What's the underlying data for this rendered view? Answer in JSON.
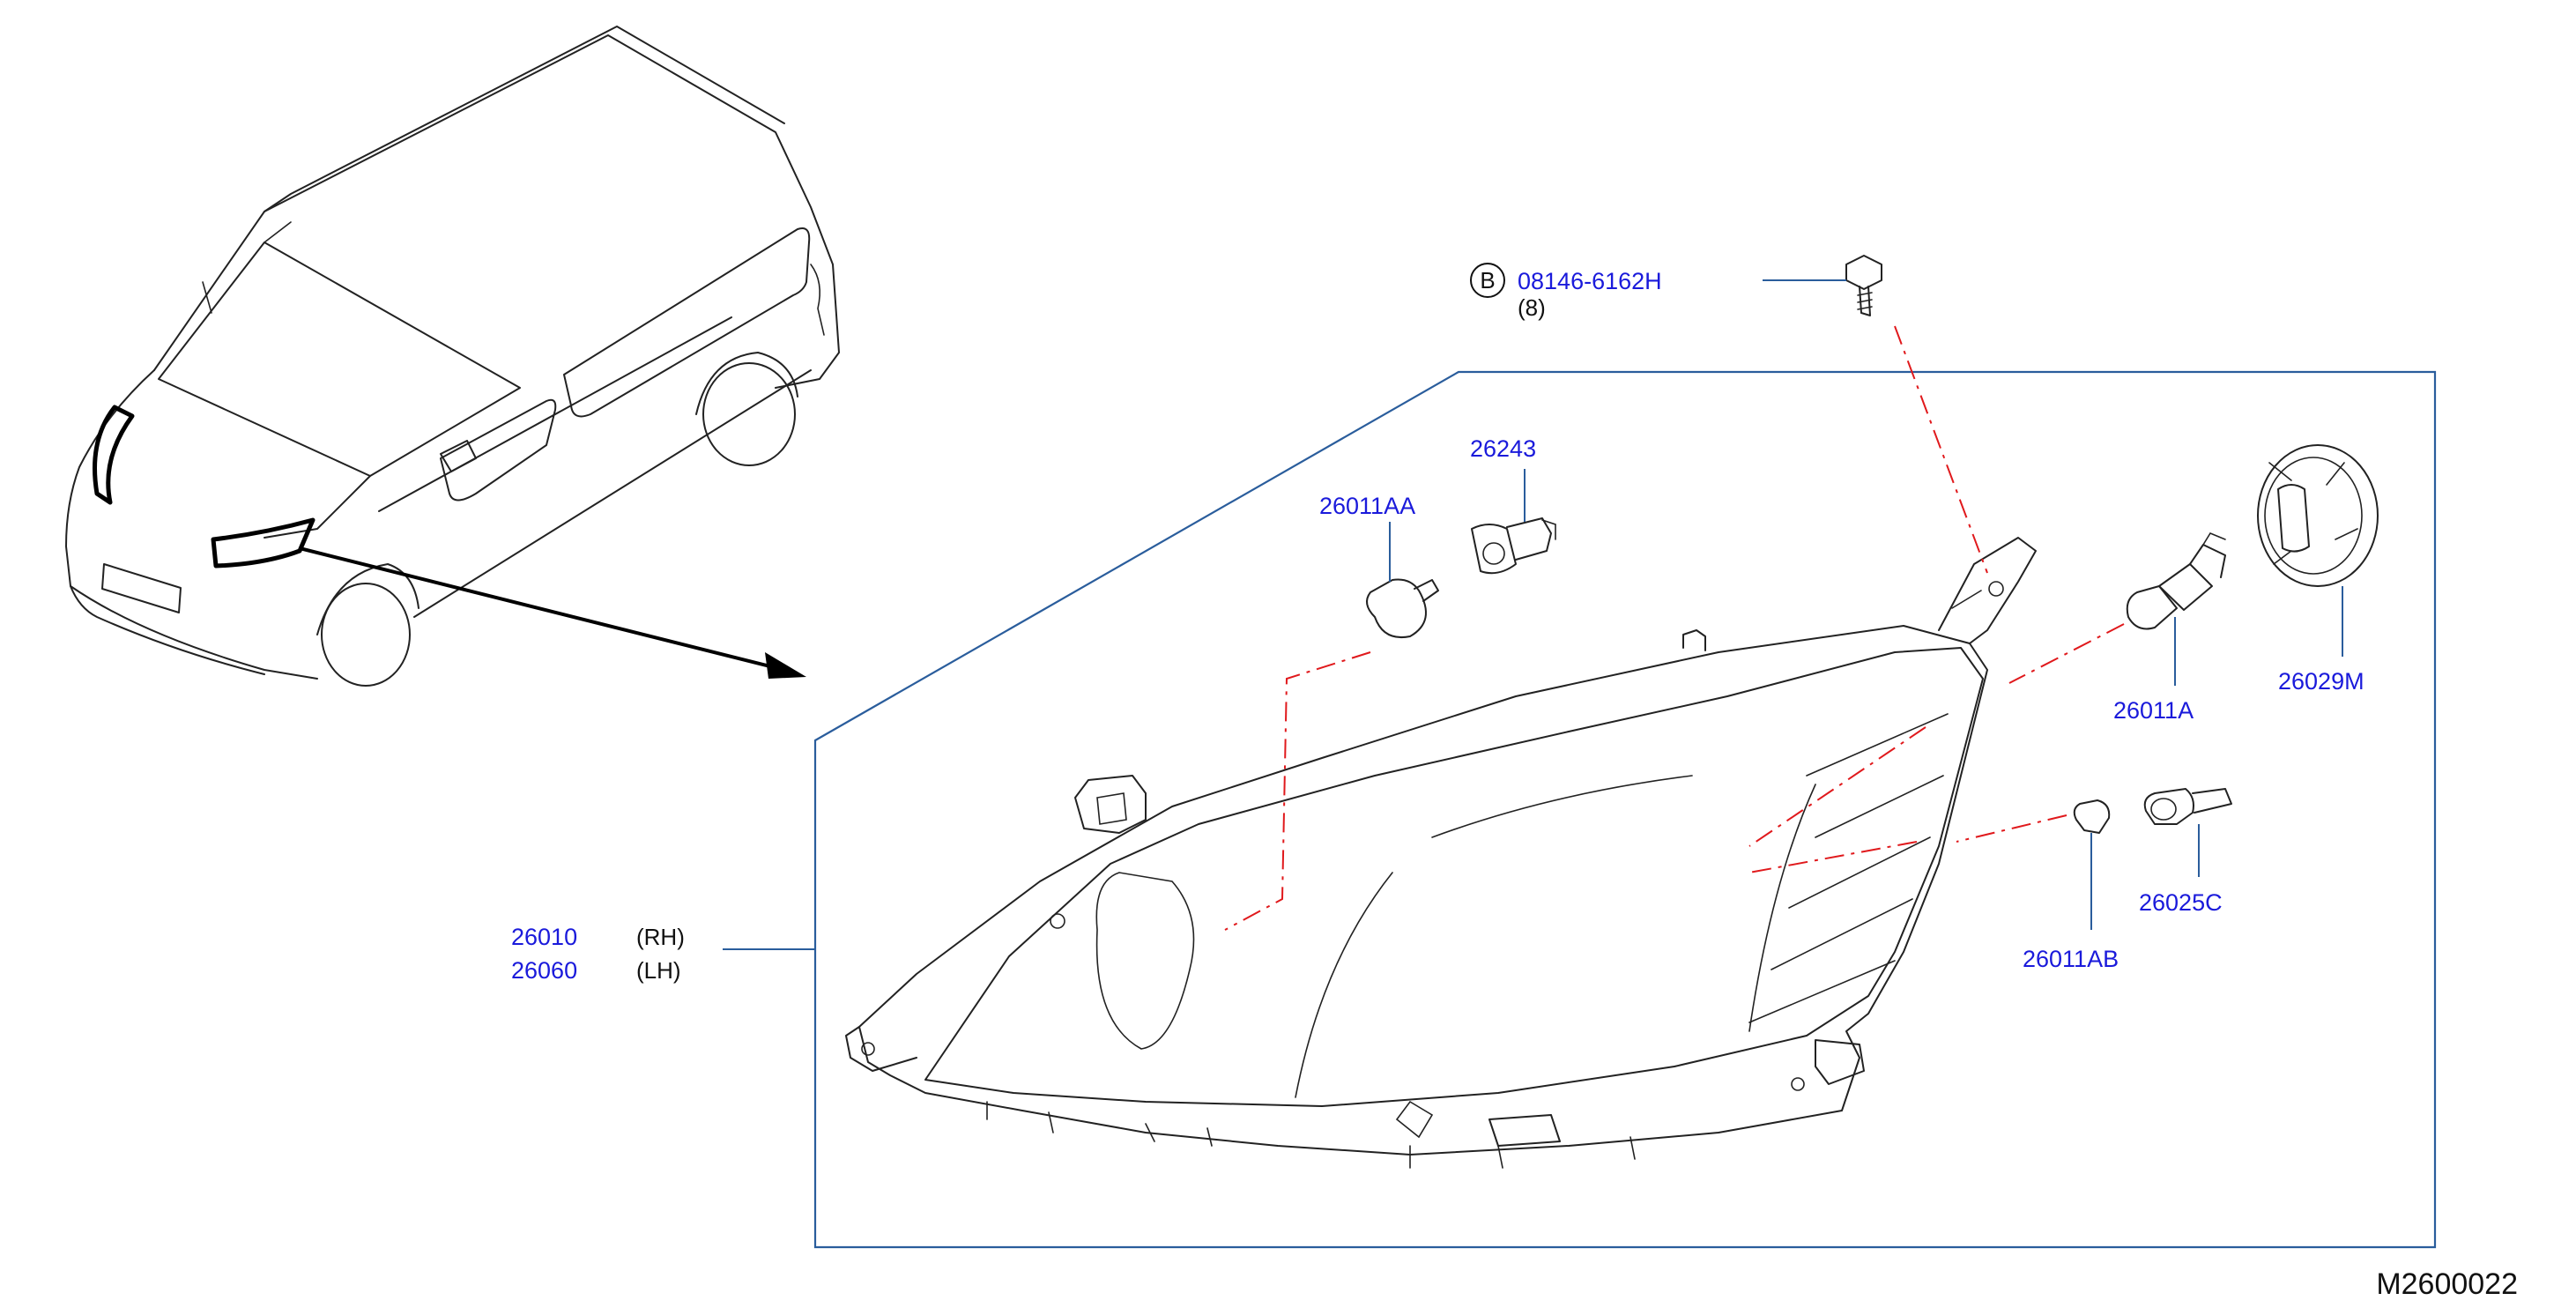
{
  "diagram_code": "M2600022",
  "parts": {
    "bolt": {
      "badge": "B",
      "number": "08146-6162H",
      "qty": "(8)"
    },
    "socket_26243": {
      "number": "26243"
    },
    "bulb_26011AA": {
      "number": "26011AA"
    },
    "bulb_26011A": {
      "number": "26011A"
    },
    "cap_26029M": {
      "number": "26029M"
    },
    "socket_26025C": {
      "number": "26025C"
    },
    "bulb_26011AB": {
      "number": "26011AB"
    },
    "headlamp_rh": {
      "number": "26010",
      "side": "(RH)"
    },
    "headlamp_lh": {
      "number": "26060",
      "side": "(LH)"
    }
  },
  "icons": [
    "van-illustration",
    "arrow-icon",
    "headlamp-assembly",
    "bolt-icon",
    "bulb-icon",
    "socket-icon",
    "cap-icon"
  ],
  "colors": {
    "part_number": "#1a1adb",
    "leader": "#2a5d9c",
    "centerline": "#e0191c",
    "line_art": "#222222"
  }
}
